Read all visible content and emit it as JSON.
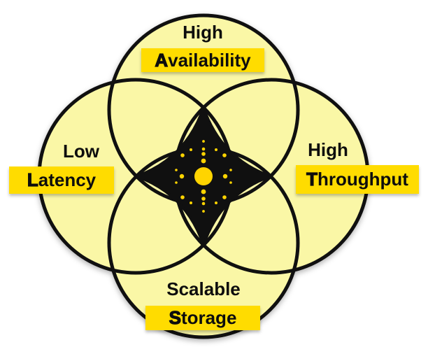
{
  "venn": {
    "top": {
      "qualifier": "High",
      "word": "Availability",
      "word_first": "A",
      "word_rest": "vailability"
    },
    "left": {
      "qualifier": "Low",
      "word": "Latency",
      "word_first": "L",
      "word_rest": "atency"
    },
    "right": {
      "qualifier": "High",
      "word": "Throughput",
      "word_first": "T",
      "word_rest": "hroughput"
    },
    "bottom": {
      "qualifier": "Scalable",
      "word": "Storage",
      "word_first": "S",
      "word_rest": "torage"
    }
  },
  "colors": {
    "circle_fill": "#FAF7A6",
    "bar_highlight": "#FFDC00",
    "dot_yellow": "#FFD400",
    "outline_black": "#101010",
    "text_black": "#0d0d0d",
    "background": "#FFFFFF"
  },
  "icons": {
    "center_star": "four-pointed-star-icon",
    "center_dots": "dot-constellation-icon"
  }
}
